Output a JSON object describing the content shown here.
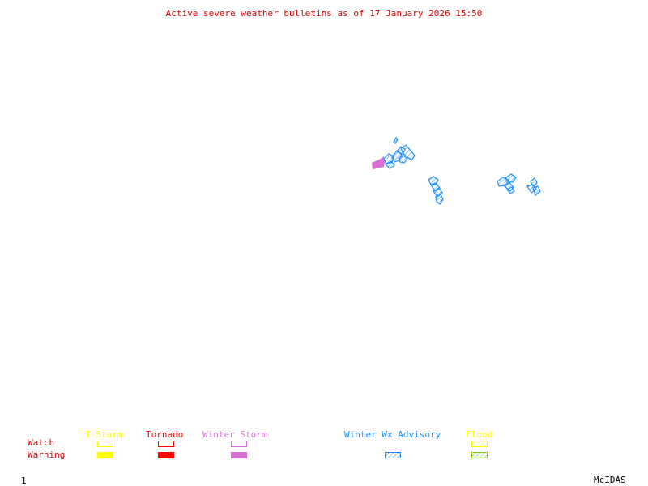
{
  "title": "Active severe weather bulletins as of 17 January 2026 15:50",
  "colors": {
    "title": "#e00000",
    "row_labels": "#e00000",
    "tstorm": "#ffff00",
    "tornado": "#ff0000",
    "winter_storm": "#da70d6",
    "winter_wx_advisory": "#1e90ff",
    "flood_watch": "#ffff00",
    "flood_warning": "#7ccd00",
    "footer": "#000000"
  },
  "legend": {
    "rows": {
      "watch": "Watch",
      "warning": "Warning"
    },
    "columns": [
      {
        "id": "tstorm",
        "label": "T-Storm",
        "watch": "outline",
        "warning": "filled"
      },
      {
        "id": "tornado",
        "label": "Tornado",
        "watch": "outline",
        "warning": "filled"
      },
      {
        "id": "winter_storm",
        "label": "Winter Storm",
        "watch": "outline",
        "warning": "filled"
      },
      {
        "id": "winter_wx_advisory",
        "label": "Winter Wx Advisory",
        "watch": "none",
        "warning": "hatched"
      },
      {
        "id": "flood",
        "label": "Flood",
        "watch": "hatched",
        "warning": "hatched"
      }
    ]
  },
  "map": {
    "active_areas": [
      {
        "type": "Winter Storm Warning",
        "region": "northeast-cluster-west"
      },
      {
        "type": "Winter Wx Advisory",
        "region": "northeast-cluster"
      },
      {
        "type": "Winter Wx Advisory",
        "region": "central-cluster"
      },
      {
        "type": "Winter Wx Advisory",
        "region": "east-cluster-1"
      },
      {
        "type": "Winter Wx Advisory",
        "region": "east-cluster-2"
      }
    ]
  },
  "footer": {
    "frame_number": "1",
    "software": "McIDAS"
  }
}
